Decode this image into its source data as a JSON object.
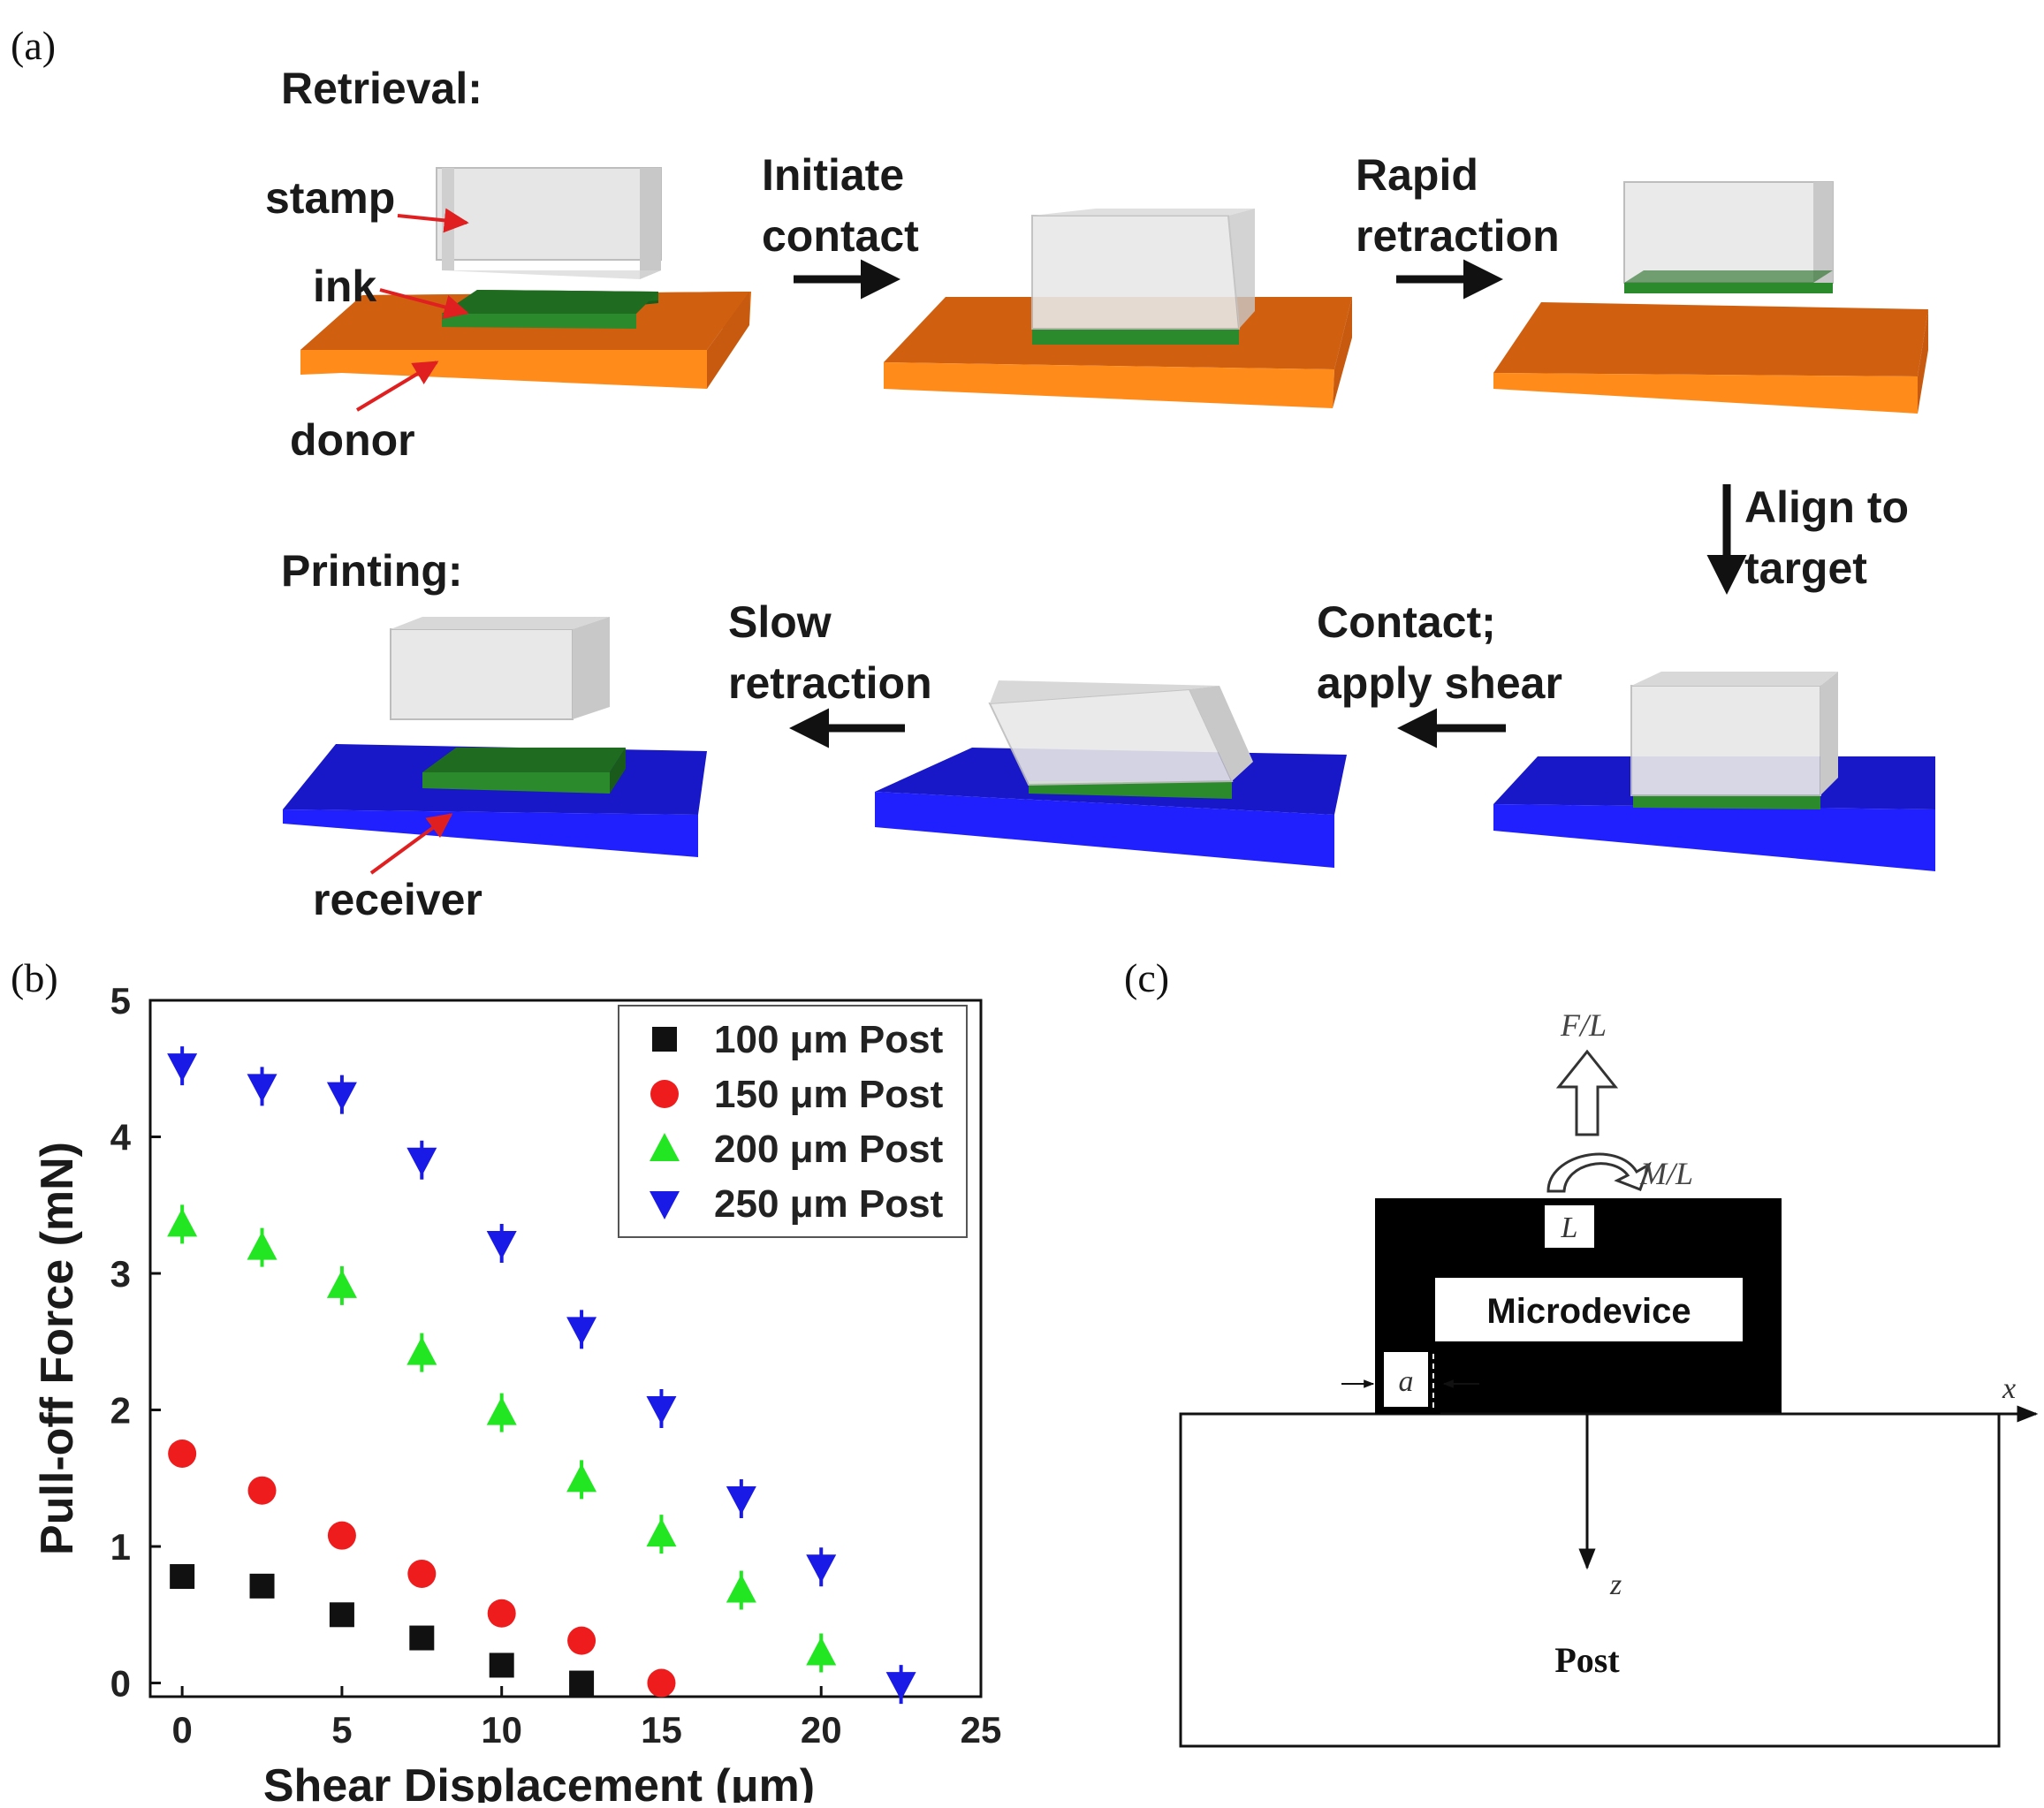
{
  "panel_a": {
    "label": "(a)",
    "retrieval_title": "Retrieval:",
    "printing_title": "Printing:",
    "labels": {
      "stamp": "stamp",
      "ink": "ink",
      "donor": "donor",
      "receiver": "receiver"
    },
    "steps": {
      "initiate_contact": [
        "Initiate",
        "contact"
      ],
      "rapid_retraction": [
        "Rapid",
        "retraction"
      ],
      "align_to_target": [
        "Align to",
        "target"
      ],
      "contact_apply_shear": [
        "Contact;",
        "apply shear"
      ],
      "slow_retraction": [
        "Slow",
        "retraction"
      ]
    },
    "colors": {
      "donor": "#e0741a",
      "receiver": "#1a1ae6",
      "ink": "#1f6b1f",
      "stamp": "#d9d9d9",
      "arrow": "#111111",
      "pointer": "#e02020"
    }
  },
  "panel_b": {
    "label": "(b)"
  },
  "chart_data": {
    "type": "scatter",
    "xlabel": "Shear Displacement (μm)",
    "ylabel": "Pull-off Force (mN)",
    "xlim": [
      -1,
      25
    ],
    "ylim": [
      -0.1,
      5
    ],
    "xticks": [
      0,
      5,
      10,
      15,
      20,
      25
    ],
    "yticks": [
      0,
      1,
      2,
      3,
      4,
      5
    ],
    "grid": false,
    "legend_position": "top-right",
    "series": [
      {
        "name": "100 μm Post",
        "marker": "square",
        "color": "#111111",
        "x": [
          0,
          2.5,
          5,
          7.5,
          10,
          12.5
        ],
        "y": [
          0.78,
          0.71,
          0.5,
          0.33,
          0.13,
          0.0
        ]
      },
      {
        "name": "150 μm Post",
        "marker": "circle",
        "color": "#ee1c1c",
        "x": [
          0,
          2.5,
          5,
          7.5,
          10,
          12.5,
          15
        ],
        "y": [
          1.68,
          1.41,
          1.08,
          0.8,
          0.51,
          0.31,
          0.0
        ]
      },
      {
        "name": "200 μm Post",
        "marker": "triangle-up",
        "color": "#22e622",
        "x": [
          0,
          2.5,
          5,
          7.5,
          10,
          12.5,
          15,
          17.5,
          20
        ],
        "y": [
          3.36,
          3.19,
          2.91,
          2.42,
          1.98,
          1.49,
          1.09,
          0.68,
          0.22
        ]
      },
      {
        "name": "250 μm Post",
        "marker": "triangle-down",
        "color": "#1a1ae6",
        "x": [
          0,
          2.5,
          5,
          7.5,
          10,
          12.5,
          15,
          17.5,
          20,
          22.5
        ],
        "y": [
          4.52,
          4.37,
          4.31,
          3.83,
          3.22,
          2.59,
          2.01,
          1.35,
          0.85,
          -0.01
        ]
      }
    ]
  },
  "panel_c": {
    "label": "(c)",
    "force": "F/L",
    "moment": "M/L",
    "length": "L",
    "device": "Microdevice",
    "crack": "a",
    "x_axis": "x",
    "z_axis": "z",
    "post": "Post"
  }
}
